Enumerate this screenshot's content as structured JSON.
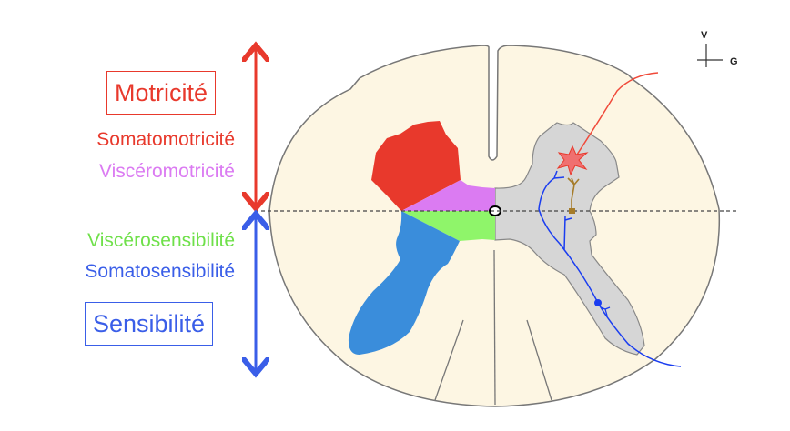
{
  "labels": {
    "motricite": "Motricité",
    "somatomotricite": "Somatomotricité",
    "visceromotricite": "Viscéromotricité",
    "viscerosensibilite": "Viscérosensibilité",
    "somatosensibilite": "Somatosensibilité",
    "sensibilite": "Sensibilité"
  },
  "orientation": {
    "ventral": "V",
    "left": "G"
  },
  "colors": {
    "motor": "#e8392c",
    "somatomotor": "#e8392c",
    "visceromotor": "#db7bf2",
    "viscerosensory": "#8ff56a",
    "somatosensory": "#3a8ddb",
    "sensory": "#3a5ee8",
    "white_matter": "#fdf6e3",
    "gray_matter": "#d6d6d6"
  }
}
